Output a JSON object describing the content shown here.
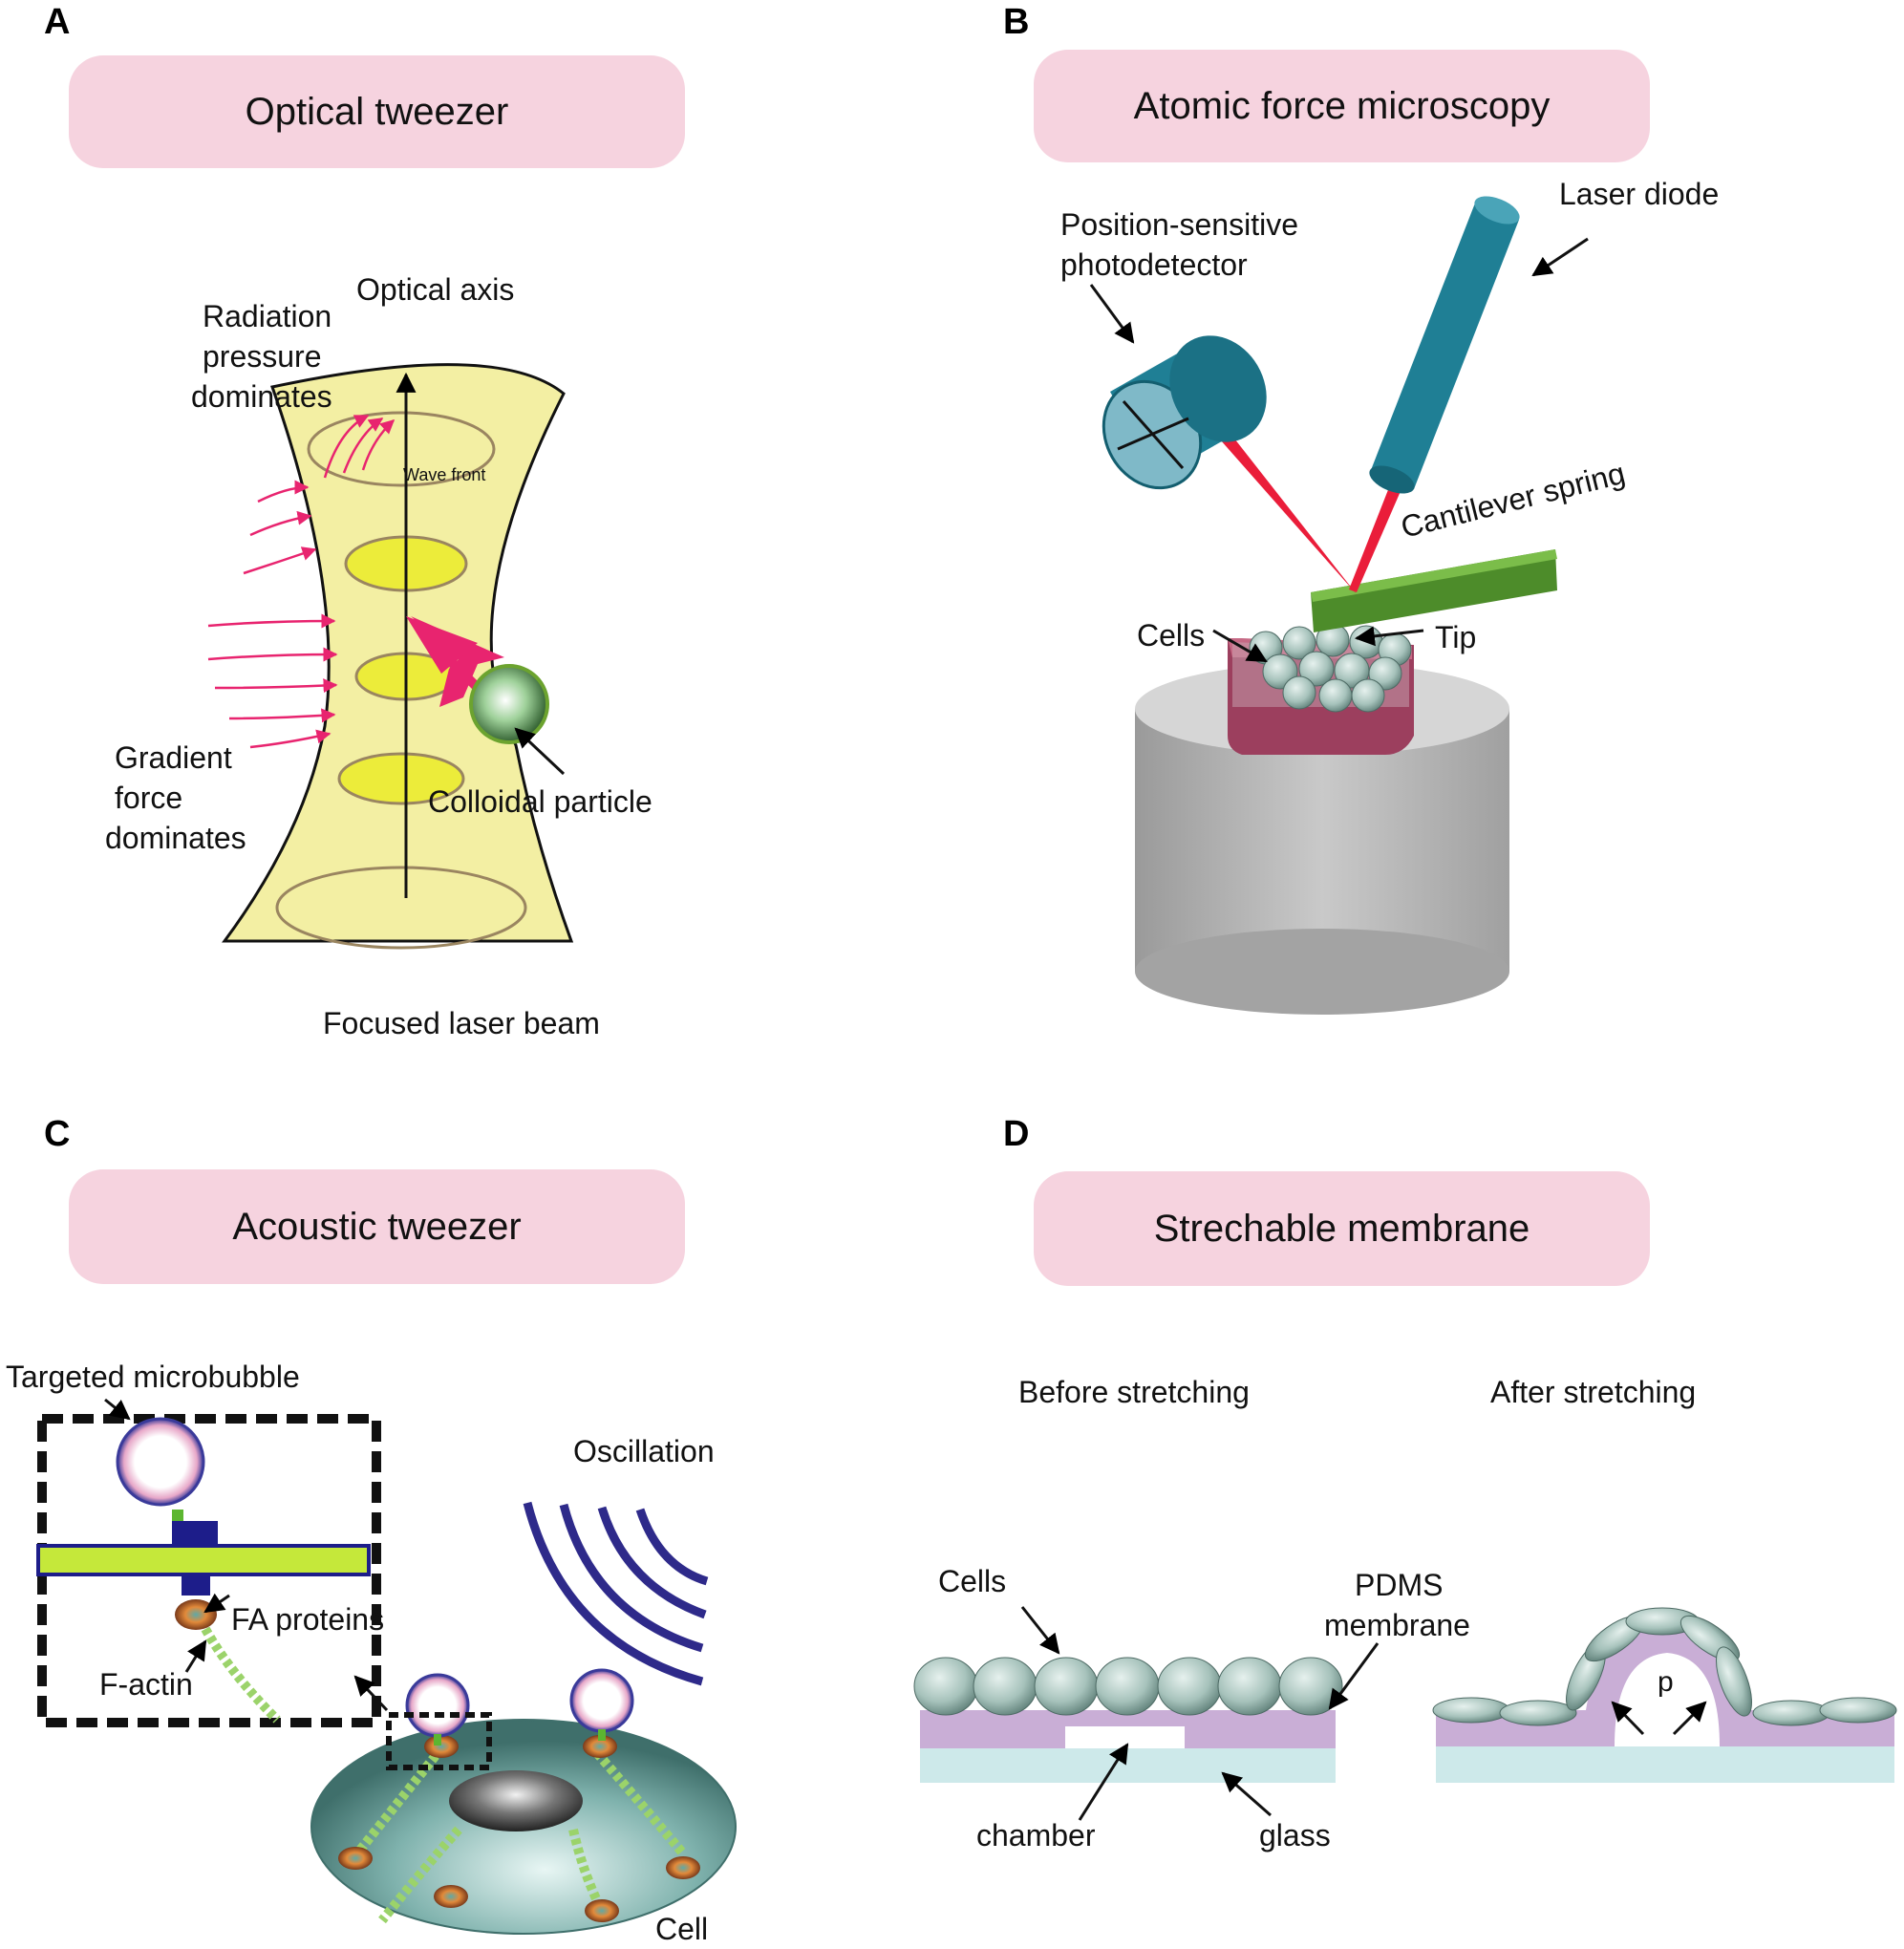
{
  "panels": {
    "a": {
      "letter": "A",
      "title": "Optical tweezer",
      "labels": {
        "optical_axis": "Optical axis",
        "radiation_1": "Radiation",
        "radiation_2": "pressure",
        "radiation_3": "dominates",
        "wave_front": "Wave front",
        "gradient_1": "Gradient",
        "gradient_2": "force",
        "gradient_3": "dominates",
        "colloidal": "Colloidal particle",
        "focused": "Focused laser beam"
      }
    },
    "b": {
      "letter": "B",
      "title": "Atomic force microscopy",
      "labels": {
        "psd_1": "Position-sensitive",
        "psd_2": "photodetector",
        "laser": "Laser diode",
        "cantilever": "Cantilever spring",
        "cells": "Cells",
        "tip": "Tip"
      }
    },
    "c": {
      "letter": "C",
      "title": "Acoustic tweezer",
      "labels": {
        "microbubble": "Targeted microbubble",
        "oscillation": "Oscillation",
        "fa_proteins": "FA proteins",
        "f_actin": "F-actin",
        "cell": "Cell"
      }
    },
    "d": {
      "letter": "D",
      "title": "Strechable membrane",
      "labels": {
        "before": "Before stretching",
        "after": "After stretching",
        "cells": "Cells",
        "pdms_1": "PDMS",
        "pdms_2": "membrane",
        "chamber": "chamber",
        "glass": "glass",
        "p": "p"
      }
    }
  },
  "colors": {
    "title_bg": "#f6d3df",
    "beam": "#f3efa3",
    "beam_disc": "#ecec3a",
    "pink_arrow": "#e8246f",
    "teal": "#1f7f95",
    "red_laser": "#ea1d3a",
    "cantilever": "#4d8c2a",
    "stage": "#b0b0b0",
    "dish": "#9c3f5e",
    "membrane": "#c9aed6",
    "glass": "#cde9ea",
    "cell_teal": "#8fb5ad",
    "actin": "#9bd36a",
    "wave": "#2e2a8a"
  }
}
